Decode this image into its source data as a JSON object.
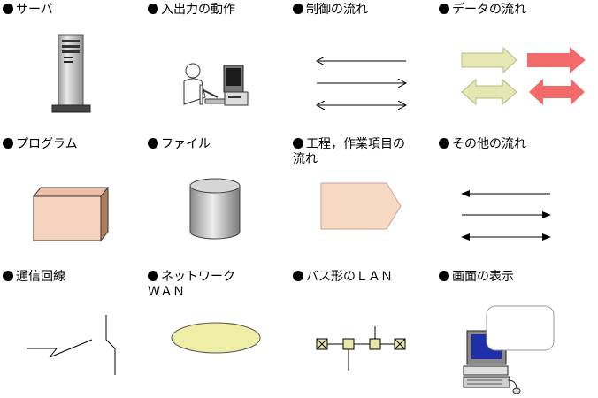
{
  "legend_items": [
    {
      "label": "サーバ",
      "icon": "server-tower-icon"
    },
    {
      "label": "入出力の動作",
      "icon": "computer-operator-icon"
    },
    {
      "label": "制御の流れ",
      "icon": "control-flow-arrows-icon"
    },
    {
      "label": "データの流れ",
      "icon": "data-flow-arrows-icon"
    },
    {
      "label": "プログラム",
      "icon": "program-box-icon"
    },
    {
      "label": "ファイル",
      "icon": "file-cylinder-icon"
    },
    {
      "label": "工程，作業項目の\n流れ",
      "icon": "process-pentagon-icon"
    },
    {
      "label": "その他の流れ",
      "icon": "other-flow-arrows-icon"
    },
    {
      "label": "通信回線",
      "icon": "communication-line-icon"
    },
    {
      "label": "ネットワーク\nＷＡＮ",
      "icon": "wan-ellipse-icon"
    },
    {
      "label": "バス形のＬＡＮ",
      "icon": "bus-lan-icon"
    },
    {
      "label": "画面の表示",
      "icon": "screen-display-icon"
    }
  ],
  "colors": {
    "data_flow_light": "#E6E8B4",
    "data_flow_red": "#F26A6A",
    "program_fill": "#F5D3BF",
    "program_side": "#B07F60",
    "process_fill": "#F7D9C4",
    "wan_fill": "#EEEEA7",
    "lan_node": "#E9E9AE",
    "cylinder_gray": "#BFBFBF"
  }
}
